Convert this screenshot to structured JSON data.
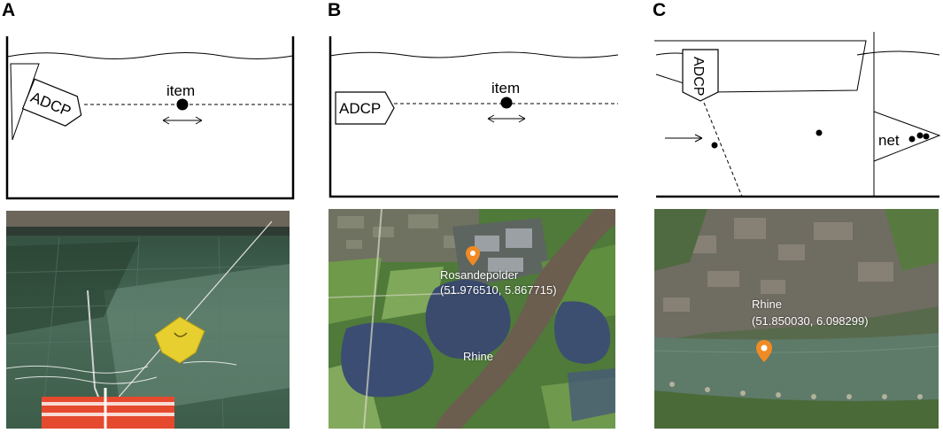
{
  "panels": [
    {
      "letter": "A",
      "adcp_label": "ADCP",
      "item_label": "item"
    },
    {
      "letter": "B",
      "adcp_label": "ADCP",
      "item_label": "item",
      "map_labels": {
        "site_name": "Rosandepolder",
        "site_coords": "(51.976510, 5.867715)",
        "river": "Rhine"
      }
    },
    {
      "letter": "C",
      "adcp_label": "ADCP",
      "net_label": "net",
      "map_labels": {
        "river": "Rhine",
        "site_coords": "(51.850030, 6.098299)"
      }
    }
  ],
  "colors": {
    "marker": "#f08a24",
    "ink": "#000000",
    "water_photo": "#3f5f4c",
    "map_water": "#3a4b6e",
    "map_green": "#4f7a3a"
  },
  "icons": [
    "location-pin-icon",
    "double-arrow-icon",
    "flow-arrow-icon"
  ]
}
